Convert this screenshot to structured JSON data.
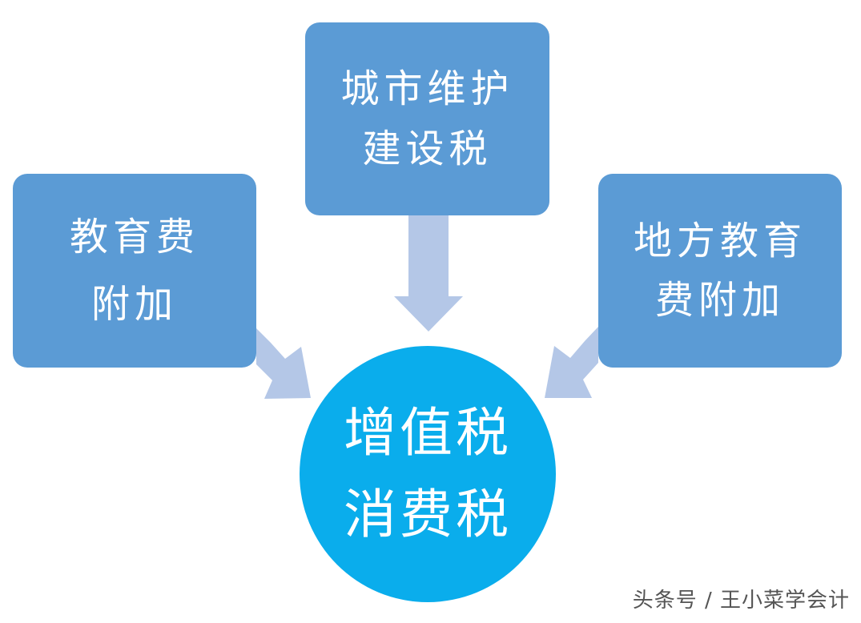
{
  "diagram": {
    "nodes": {
      "left": {
        "lines": [
          "教育费",
          "附加"
        ]
      },
      "top": {
        "lines": [
          "城市维护",
          "建设税"
        ]
      },
      "right": {
        "lines": [
          "地方教育",
          "费附加"
        ]
      },
      "center": {
        "lines": [
          "增值税",
          "消费税"
        ]
      }
    },
    "edges": [
      {
        "from": "top",
        "to": "center"
      },
      {
        "from": "left",
        "to": "center"
      },
      {
        "from": "right",
        "to": "center"
      }
    ],
    "colors": {
      "box_fill": "#5b9bd5",
      "center_fill": "#0aadec",
      "arrow_fill": "#b4c7e7",
      "text": "#ffffff"
    }
  },
  "watermark": {
    "text": "头条号 / 王小菜学会计"
  }
}
